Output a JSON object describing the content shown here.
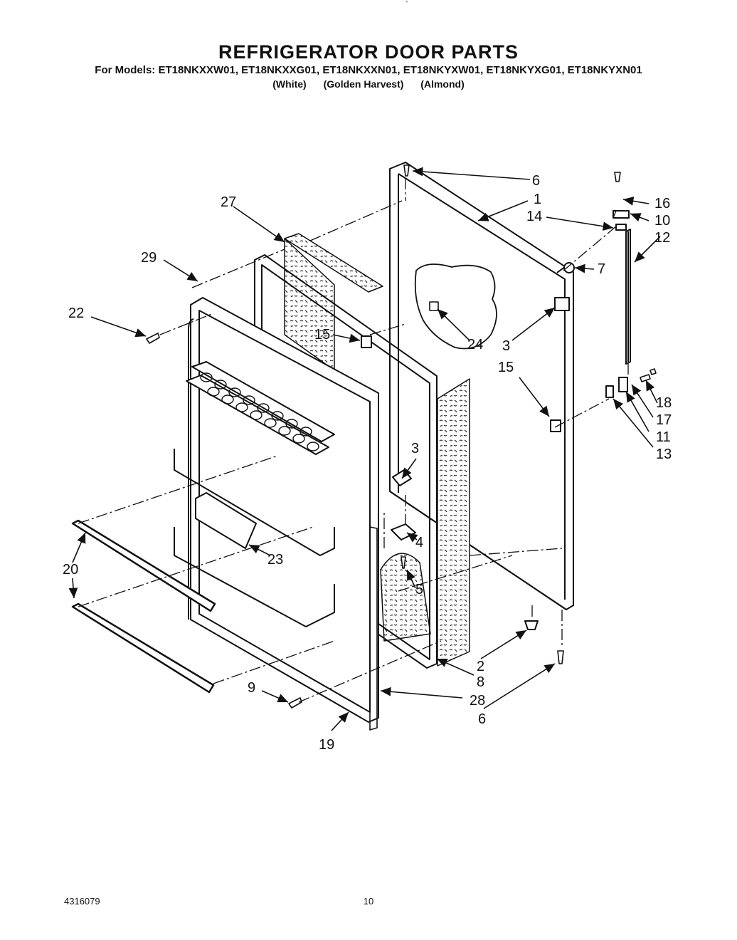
{
  "header": {
    "title": "REFRIGERATOR DOOR PARTS",
    "models": "For Models: ET18NKXXW01, ET18NKXXG01, ET18NKXXN01, ET18NKYXW01, ET18NKYXG01, ET18NKYXN01",
    "colors": [
      "(White)",
      "(Golden Harvest)",
      "(Almond)"
    ]
  },
  "callouts": {
    "c6a": "6",
    "c1": "1",
    "c16": "16",
    "c10": "10",
    "c14": "14",
    "c12": "12",
    "c27": "27",
    "c7": "7",
    "c29": "29",
    "c22": "22",
    "c15a": "15",
    "c24": "24",
    "c3a": "3",
    "c15b": "15",
    "c18": "18",
    "c17": "17",
    "c11": "11",
    "c13": "13",
    "c3b": "3",
    "c23": "23",
    "c4": "4",
    "c20": "20",
    "c5": "5",
    "c2": "2",
    "c8": "8",
    "c9": "9",
    "c28": "28",
    "c6b": "6",
    "c19": "19"
  },
  "footer": {
    "part_number": "4316079",
    "page_number": "10"
  },
  "top_mark": "'"
}
